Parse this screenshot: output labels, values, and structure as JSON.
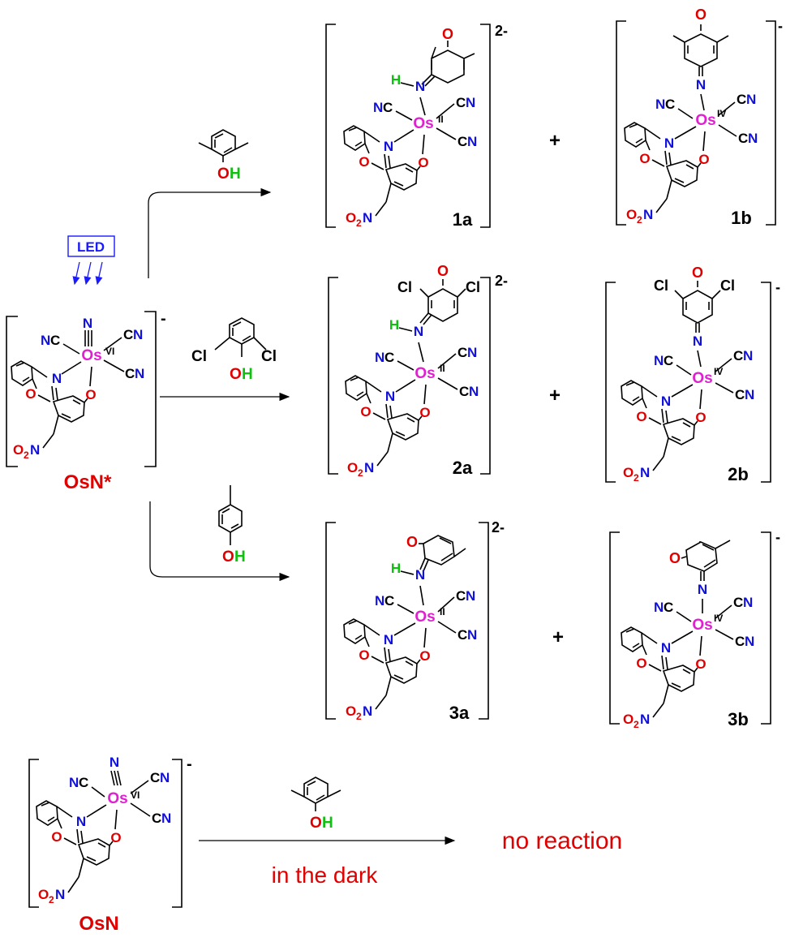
{
  "led": "LED",
  "start_label": "OsN*",
  "dark_label": "OsN",
  "no_reaction": "no reaction",
  "in_dark": "in the dark",
  "plus": "+",
  "reagents": {
    "r1": {
      "oh_o": "O",
      "oh_h": "H"
    },
    "r2": {
      "cl": "Cl",
      "oh_o": "O",
      "oh_h": "H"
    },
    "r3": {
      "oh_o": "O",
      "oh_h": "H"
    }
  },
  "atoms": {
    "os": "Os",
    "n": "N",
    "o": "O",
    "nc": "NC",
    "cn_c": "C",
    "cn_n": "N",
    "h": "H",
    "cl": "Cl",
    "no2_o": "O",
    "no2_sub": "2",
    "no2_n": "N",
    "ox_vi": "VI",
    "ox_ii": "II",
    "ox_iv": "IV"
  },
  "products": [
    {
      "label": "1a",
      "charge": "2-"
    },
    {
      "label": "1b",
      "charge": "-"
    },
    {
      "label": "2a",
      "charge": "2-"
    },
    {
      "label": "2b",
      "charge": "-"
    },
    {
      "label": "3a",
      "charge": "2-"
    },
    {
      "label": "3b",
      "charge": "-"
    }
  ],
  "start_charge": "-",
  "dark_charge": "-"
}
